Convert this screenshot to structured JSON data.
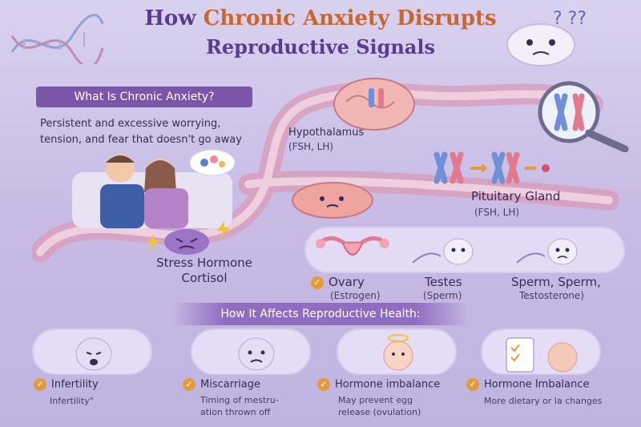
{
  "title": {
    "line1_prefix": "How ",
    "line1_accent": "Chronic Anxiety Disrupts",
    "line2": "Reproductive Signals"
  },
  "intro": {
    "banner": "What Is Chronic Anxiety?",
    "description": "Persistent and excessive worrying, tension, and fear that doesn't go away"
  },
  "diagram": {
    "hypothalamus": "Hypothalamus",
    "hypothalamus_sub": "(FSH, LH)",
    "pituitary": "Pituitary Gland",
    "pituitary_sub": "(FSH, LH)",
    "stress_line1": "Stress Hormone",
    "stress_line2": "Cortisol",
    "ovary": "Ovary",
    "ovary_sub": "(Estrogen)",
    "testes": "Testes",
    "testes_sub": "(Sperm)",
    "sperm": "Sperm, Sperm,",
    "sperm_sub": "Testosterone)"
  },
  "effects": {
    "banner": "How It Affects Reproductive Health:",
    "items": [
      {
        "title": "Infertility",
        "desc": "Infertility\""
      },
      {
        "title": "Miscarriage",
        "desc1": "Timing of mestru-",
        "desc2": "ation thrown off"
      },
      {
        "title": "Hormone imbalance",
        "desc1": "May prevent egg",
        "desc2": "release (ovulation)"
      },
      {
        "title": "Hormone Imbalance",
        "desc": "More dietary or la changes"
      }
    ]
  },
  "colors": {
    "title": "#5b3b8c",
    "accent": "#c9652e",
    "banner": "#7b55a8",
    "check": "#e49a3b",
    "path": "#d99bb7"
  },
  "icons": [
    "dna-icon",
    "question-marks-icon",
    "brain-icon",
    "chromosome-icon",
    "magnifier-icon",
    "lightning-icon",
    "check-icon",
    "uterus-icon",
    "sperm-icon"
  ]
}
